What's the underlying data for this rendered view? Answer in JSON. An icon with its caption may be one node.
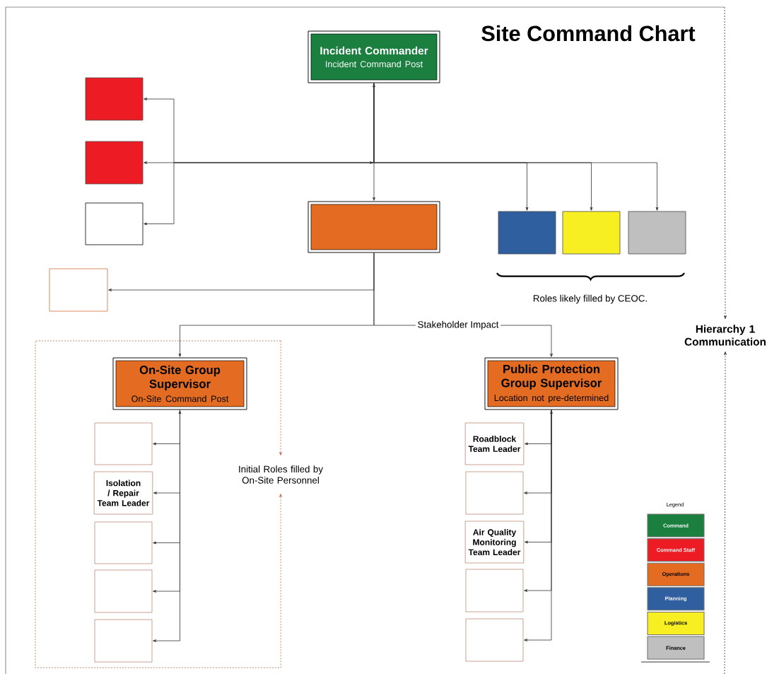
{
  "diagram": {
    "title": "Site Command Chart",
    "nodes": [
      {
        "text": [
          "Incident Commander",
          "Incident Command Post"
        ]
      },
      {
        "text": [],
        "shape": "box"
      },
      {
        "text": [],
        "shape": "box"
      },
      {
        "text": [],
        "shape": "box"
      },
      {
        "text": [],
        "shape": "box"
      },
      {
        "text": [],
        "shape": "box"
      },
      {
        "text": [],
        "shape": "box"
      },
      {
        "text": [],
        "shape": "box"
      },
      {
        "text": [],
        "shape": "box"
      },
      {
        "text": [],
        "shape": "box"
      },
      {
        "text": [
          "On-Site Group Supervisor",
          "On-Site Command Post"
        ],
        "in": 9
      },
      {
        "text": [],
        "shape": "box",
        "in": 9
      },
      {
        "text": [
          "Isolation / Repair Team Leader"
        ],
        "in": 9
      },
      {
        "text": [],
        "shape": "box",
        "in": 9
      },
      {
        "text": [],
        "shape": "box",
        "in": 9
      },
      {
        "text": [],
        "shape": "box",
        "in": 9
      },
      {
        "text": [
          "Initial Roles filled by On-Site Personnel"
        ]
      },
      {
        "text": [
          "Public Protection Group Supervisor",
          "Location not pre-determined"
        ]
      },
      {
        "text": [
          "Roadblock Team Leader"
        ]
      },
      {
        "text": [],
        "shape": "box"
      },
      {
        "text": [
          "Air Quality Monitoring Team Leader"
        ]
      },
      {
        "text": [],
        "shape": "box"
      },
      {
        "text": [],
        "shape": "box"
      },
      {
        "text": [
          "Hierarchy 1 Communication"
        ]
      }
    ],
    "edges": [
      {
        "from": 0,
        "to": 4,
        "arrow": "both"
      },
      {
        "from": 0,
        "to": 1,
        "arrow": "to"
      },
      {
        "from": null,
        "to": 2,
        "arrow": "both"
      },
      {
        "from": 0,
        "to": 3,
        "arrow": "to"
      },
      {
        "from": 0,
        "to": 5,
        "arrow": "to"
      },
      {
        "from": 0,
        "to": 6,
        "arrow": "to"
      },
      {
        "from": 0,
        "to": 7,
        "arrow": "to"
      },
      {
        "from": 4,
        "to": 8,
        "arrow": "to"
      },
      {
        "from": 4,
        "to": 10,
        "arrow": "to"
      },
      {
        "from": 4,
        "to": 17,
        "arrow": "to",
        "label": "Stakeholder Impact"
      },
      {
        "from": 10,
        "to": 11,
        "arrow": "both"
      },
      {
        "from": 10,
        "to": 12,
        "arrow": "to"
      },
      {
        "from": 10,
        "to": 13,
        "arrow": "to"
      },
      {
        "from": 10,
        "to": 14,
        "arrow": "to"
      },
      {
        "from": 10,
        "to": 15,
        "arrow": "to"
      },
      {
        "from": 17,
        "to": 18,
        "arrow": "both"
      },
      {
        "from": 17,
        "to": 19,
        "arrow": "to"
      },
      {
        "from": 17,
        "to": 20,
        "arrow": "to"
      },
      {
        "from": 17,
        "to": 21,
        "arrow": "to"
      },
      {
        "from": 17,
        "to": 22,
        "arrow": "to"
      },
      {
        "from": 9,
        "to": 16,
        "arrow": "to",
        "style": "dashed",
        "color": "#c0704a"
      },
      {
        "from": 9,
        "to": 16,
        "arrow": "to",
        "style": "dashed",
        "color": "#c0704a"
      },
      {
        "from": null,
        "to": 23,
        "arrow": "to",
        "style": "dashed"
      },
      {
        "from": null,
        "to": 23,
        "arrow": "to",
        "style": "dashed"
      }
    ],
    "labels": [
      "Roles likely filled by CEOC.",
      "Legend"
    ],
    "legend": [
      {
        "text": "Command",
        "color": "#1b7f3f"
      },
      {
        "text": "Command Staff",
        "color": "#ed1c24"
      },
      {
        "text": "Operations",
        "color": "#e36c22"
      },
      {
        "text": "Planning",
        "color": "#2f5f9e"
      },
      {
        "text": "Logistics",
        "color": "#f7ef22"
      },
      {
        "text": "Finance",
        "color": "#bfbfbf"
      }
    ]
  }
}
